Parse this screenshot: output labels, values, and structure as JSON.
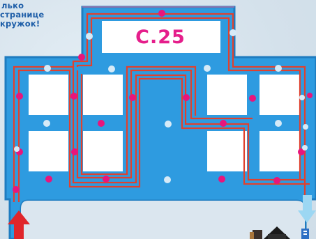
{
  "instruction": {
    "line1": "лько",
    "line2": "странице",
    "line3": "кружок!"
  },
  "page_label": "С.25",
  "colors": {
    "board": "#2e9be0",
    "board_edge": "#1f7cc0",
    "cell": "#ffffff",
    "path": "#e0412e",
    "dot_pink": "#e8157c",
    "dot_white": "#d6eaf7",
    "start_arrow": "#e0262b",
    "exit_arrow": "#9cd7f3",
    "background": "#dbe6ef"
  },
  "icons": {
    "start": "start-arrow-icon",
    "exit": "exit-arrow-icon",
    "thumbnails": [
      "book-thumbnail-icon",
      "house-thumbnail-icon",
      "sign-thumbnail-icon"
    ]
  }
}
